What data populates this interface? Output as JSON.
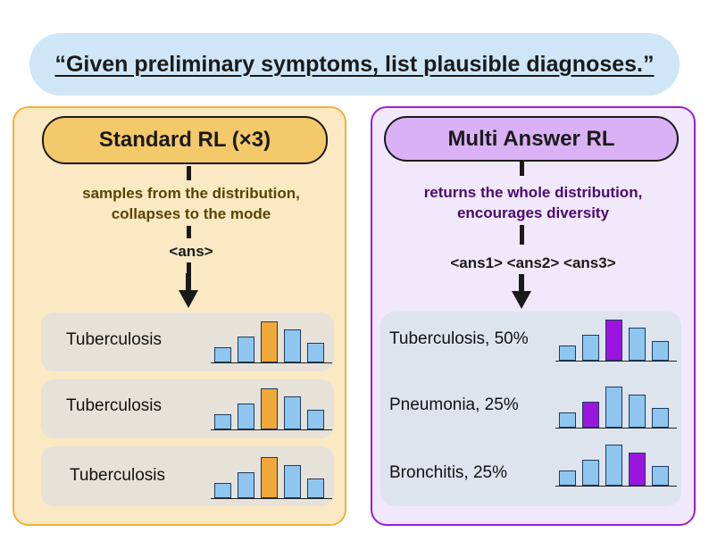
{
  "prompt": "“Given preliminary symptoms, list plausible diagnoses.”",
  "left": {
    "title": "Standard RL (×3)",
    "desc_line1": "samples from the distribution,",
    "desc_line2": "collapses to the mode",
    "answer_token": "<ans>",
    "results": [
      {
        "label": "Tuberculosis",
        "bars": [
          0.35,
          0.6,
          0.95,
          0.78,
          0.45
        ],
        "highlight": 2
      },
      {
        "label": "Tuberculosis",
        "bars": [
          0.35,
          0.6,
          0.95,
          0.78,
          0.45
        ],
        "highlight": 2
      },
      {
        "label": "Tuberculosis",
        "bars": [
          0.35,
          0.6,
          0.95,
          0.78,
          0.45
        ],
        "highlight": 2
      }
    ]
  },
  "right": {
    "title": "Multi Answer RL",
    "desc_line1": "returns the whole distribution,",
    "desc_line2": "encourages diversity",
    "answer_token": "<ans1> <ans2> <ans3>",
    "results": [
      {
        "label": "Tuberculosis, 50%",
        "bars": [
          0.35,
          0.6,
          0.95,
          0.78,
          0.45
        ],
        "highlight": 2
      },
      {
        "label": "Pneumonia, 25%",
        "bars": [
          0.35,
          0.6,
          0.95,
          0.78,
          0.45
        ],
        "highlight": 1
      },
      {
        "label": "Bronchitis, 25%",
        "bars": [
          0.35,
          0.6,
          0.95,
          0.78,
          0.45
        ],
        "highlight": 3
      }
    ]
  },
  "colors": {
    "bar_default": "#8ec6ef",
    "highlight_left": "#f0a83a",
    "highlight_right": "#9a16e0"
  }
}
